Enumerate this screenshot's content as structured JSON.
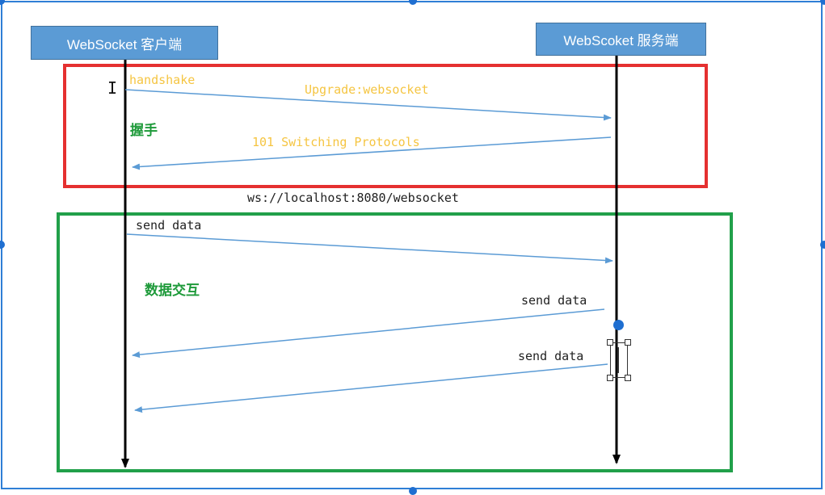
{
  "actors": {
    "client": "WebSocket 客户端",
    "server": "WebScoket 服务端"
  },
  "phases": {
    "handshake": "握手",
    "data_exchange": "数据交互"
  },
  "messages": {
    "handshake_label": "handshake",
    "upgrade": "Upgrade:websocket",
    "switching": "101 Switching Protocols",
    "url": "ws://localhost:8080/websocket",
    "send_data_1": "send data",
    "send_data_2": "send data",
    "send_data_3": "send data"
  },
  "colors": {
    "actor_fill": "#5b9bd5",
    "handshake_box": "#e53030",
    "data_box": "#21a04a",
    "arrow": "#5b9bd5",
    "label_yellow": "#f5c542",
    "phase_text": "#1e9a3a"
  }
}
